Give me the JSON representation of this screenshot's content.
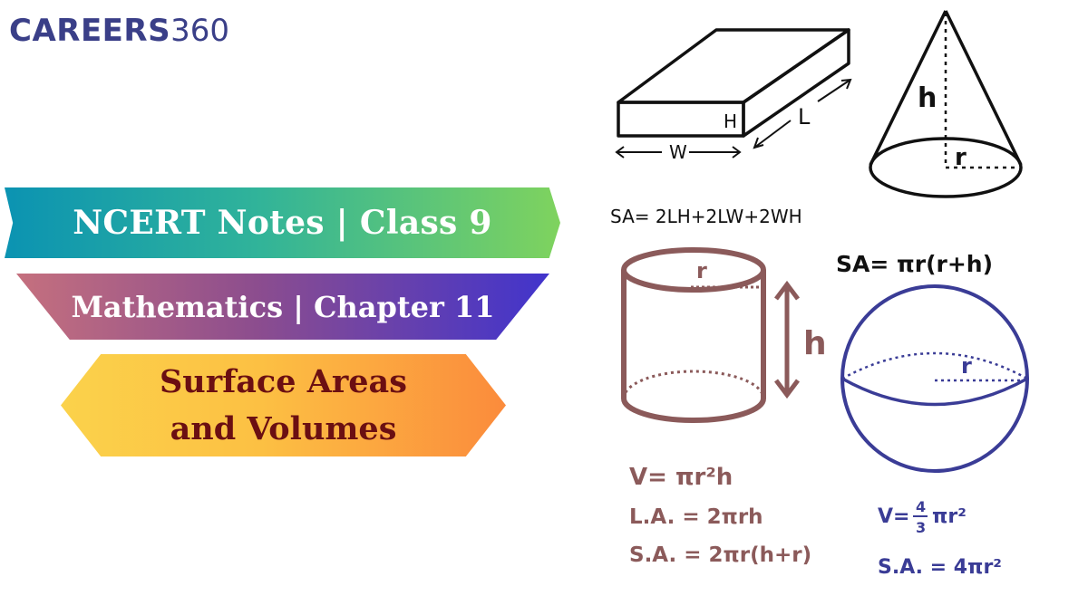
{
  "logo": {
    "brand": "CAREERS",
    "number": "360"
  },
  "banners": {
    "line1": "NCERT Notes | Class 9",
    "line2": "Mathematics | Chapter 11",
    "line3a": "Surface Areas",
    "line3b": "and Volumes"
  },
  "illustration": {
    "box": {
      "h": "H",
      "l": "L",
      "w": "W",
      "formula": "SA= 2LH+2LW+2WH"
    },
    "cone": {
      "h": "h",
      "r": "r",
      "formula": "SA= πr(r+h)"
    },
    "cylinder": {
      "r": "r",
      "h": "h",
      "volume": "V= πr²h",
      "lateral": "L.A. = 2πrh",
      "surface": "S.A. = 2πr(h+r)"
    },
    "sphere": {
      "r": "r",
      "volume_prefix": "V=",
      "frac_num": "4",
      "frac_den": "3",
      "volume_suffix": "πr²",
      "surface": "S.A. = 4πr²"
    }
  },
  "colors": {
    "logo": "#3a3f88",
    "cylinder": "#8b5a5a",
    "sphere": "#3a3c96",
    "ink": "#111111"
  }
}
